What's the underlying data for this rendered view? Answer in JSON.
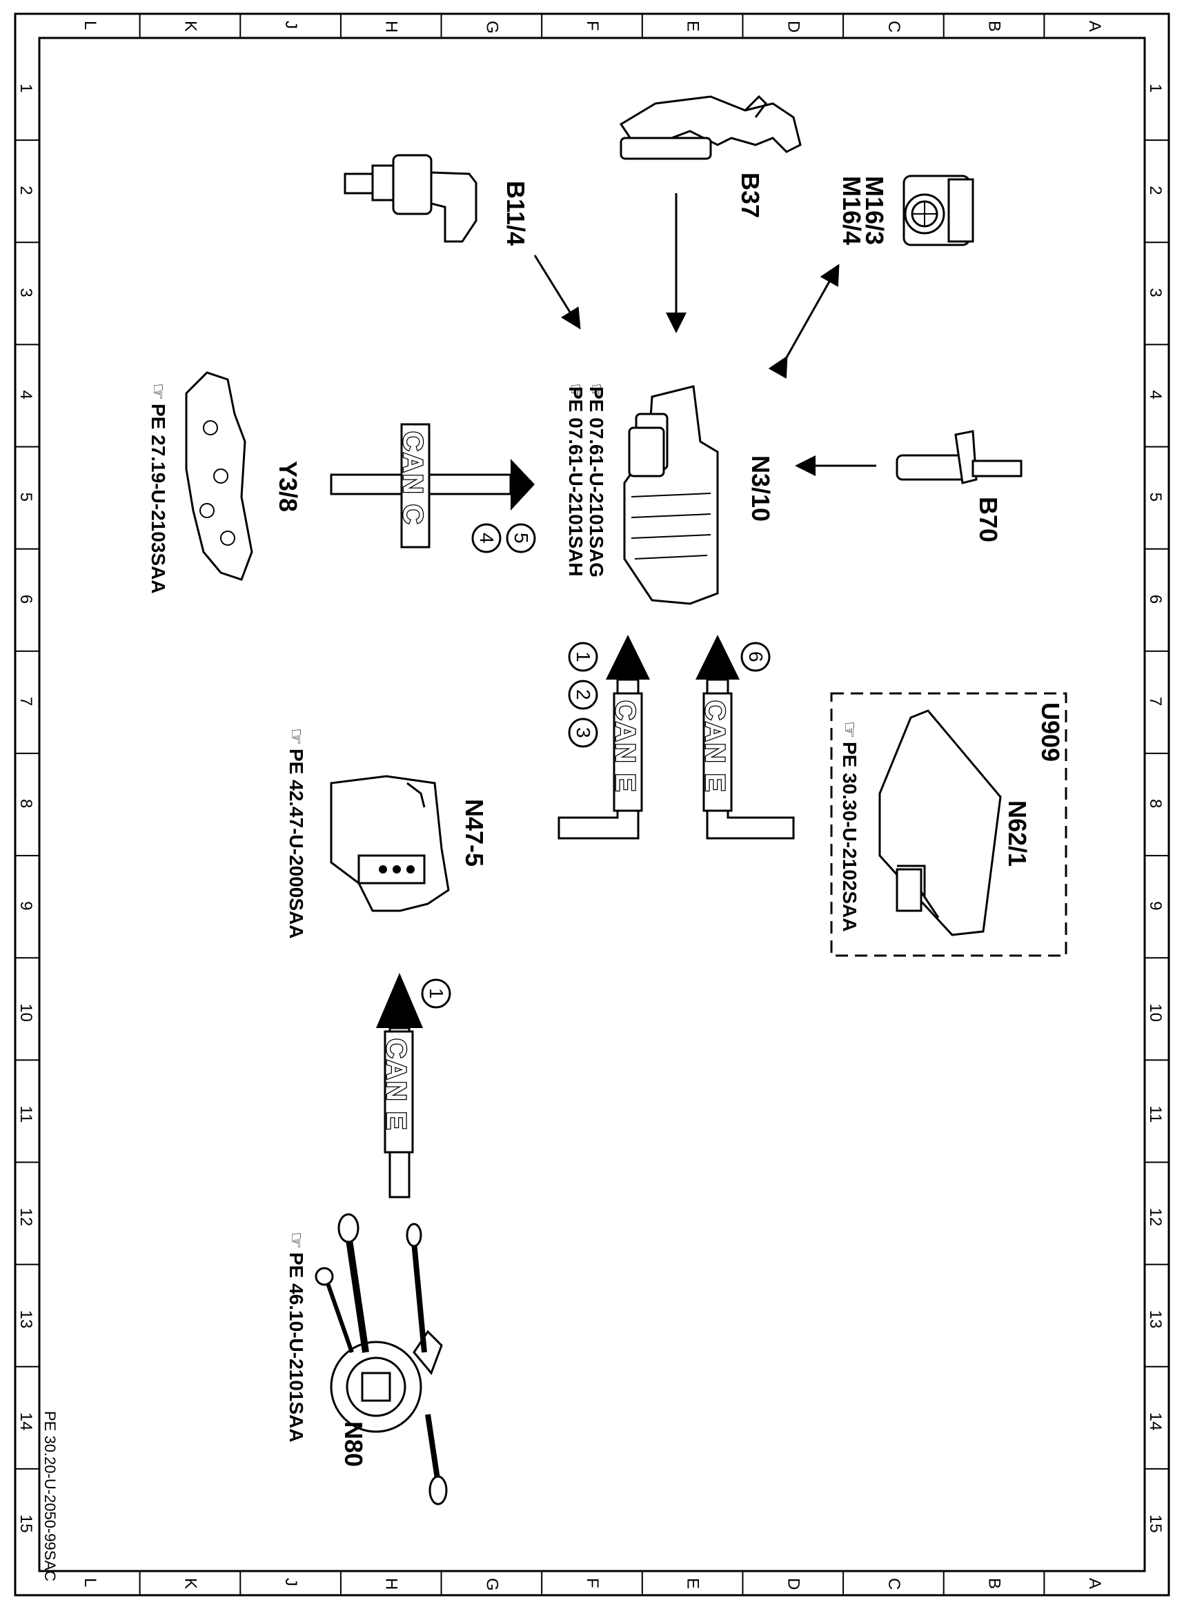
{
  "grid": {
    "letters": [
      "L",
      "K",
      "J",
      "H",
      "G",
      "F",
      "E",
      "D",
      "C",
      "B",
      "A"
    ],
    "numbers": [
      "1",
      "2",
      "3",
      "4",
      "5",
      "6",
      "7",
      "8",
      "9",
      "10",
      "11",
      "12",
      "13",
      "14",
      "15"
    ]
  },
  "components": {
    "n3_10": {
      "label": "N3/10",
      "ref1": "PE  07.61-U-2101SAG",
      "ref2": "PE  07.61-U-2101SAH"
    },
    "b11_4": {
      "label": "B11/4"
    },
    "b37": {
      "label": "B37"
    },
    "m16": {
      "label1": "M16/3",
      "label2": "M16/4"
    },
    "b70": {
      "label": "B70"
    },
    "y3_8": {
      "label": "Y3/8",
      "ref": "PE  27.19-U-2103SAA"
    },
    "n47_5": {
      "label": "N47-5",
      "ref": "PE  42.47-U-2000SAA"
    },
    "n62_1": {
      "label": "N62/1",
      "ref": "PE  30.30-U-2102SAA",
      "group": "U909"
    },
    "n80": {
      "label": "N80",
      "ref": "PE  46.10-U-2101SAA"
    }
  },
  "buses": {
    "can_c": {
      "label": "CAN C",
      "circles": [
        "5",
        "4"
      ]
    },
    "can_e_n47": {
      "label": "CAN E",
      "circles": [
        "1",
        "2",
        "3"
      ]
    },
    "can_e_n62": {
      "label": "CAN E",
      "circles": [
        "6"
      ]
    },
    "can_e_n80": {
      "label": "CAN E",
      "circles": [
        "1"
      ]
    }
  },
  "footer": {
    "code": "PE 30.20-U-2050-99SAC"
  }
}
